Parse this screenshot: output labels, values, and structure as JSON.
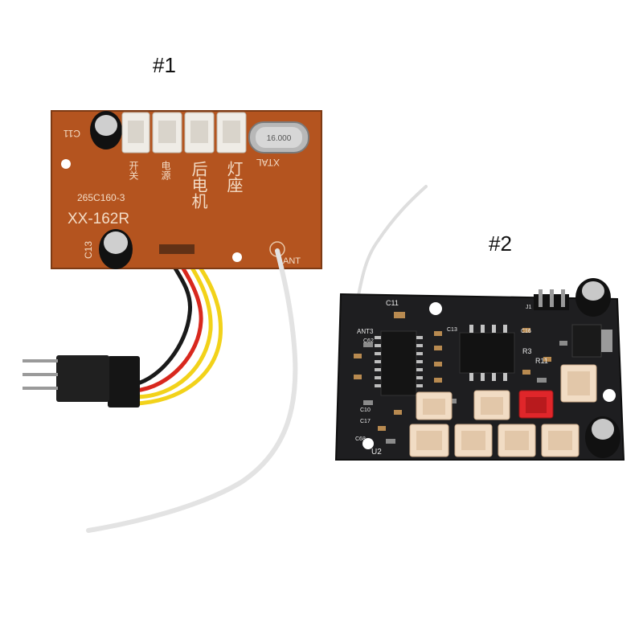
{
  "labels": {
    "item1": "#1",
    "item2": "#2"
  },
  "board1": {
    "silk_c11": "C11",
    "silk_xtal": "XTAL",
    "silk_model": "XX-162R",
    "silk_code": "265C160-3",
    "silk_c13": "C13",
    "silk_ant": "ANT",
    "silk_switch": "开关",
    "silk_power": "电源",
    "silk_motor": "后电机",
    "silk_light": "灯座",
    "crystal_text": "16.000",
    "colors": {
      "pcb": "#b4541f",
      "wire_yellow": "#f2d21a",
      "wire_red": "#d8281e",
      "wire_black": "#1a1a1a",
      "antenna": "#e6e6e6"
    }
  },
  "board2": {
    "silk_c11": "C11",
    "silk_ant": "ANT3",
    "silk_u2": "U2",
    "silk_r3": "R3",
    "silk_r11": "R11",
    "silk_c10": "C10",
    "silk_c17": "C17",
    "silk_c68": "C68",
    "silk_c62": "C62",
    "silk_c13": "C13",
    "silk_c16": "C16",
    "silk_j1": "J1",
    "colors": {
      "pcb": "#1e1e20",
      "connector": "#f1dcc4",
      "connector_red": "#e0262a"
    }
  }
}
